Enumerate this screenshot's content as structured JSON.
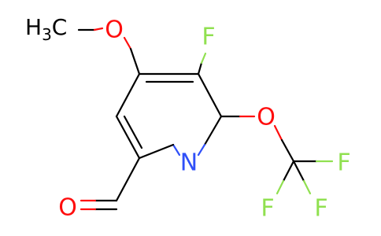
{
  "molecule": {
    "atoms": {
      "methyl_label_h": "H",
      "methyl_label_sub": "3",
      "methyl_label_c": "C",
      "methoxy_o": "O",
      "fluoro_f": "F",
      "ring_n": "N",
      "ether_o": "O",
      "cf3_f1": "F",
      "cf3_f2": "F",
      "cf3_f3": "F",
      "aldehyde_o": "O"
    },
    "colors": {
      "carbon_bond": "#000000",
      "oxygen": "#ff0d0d",
      "fluorine": "#90e050",
      "nitrogen": "#3050f8"
    }
  }
}
